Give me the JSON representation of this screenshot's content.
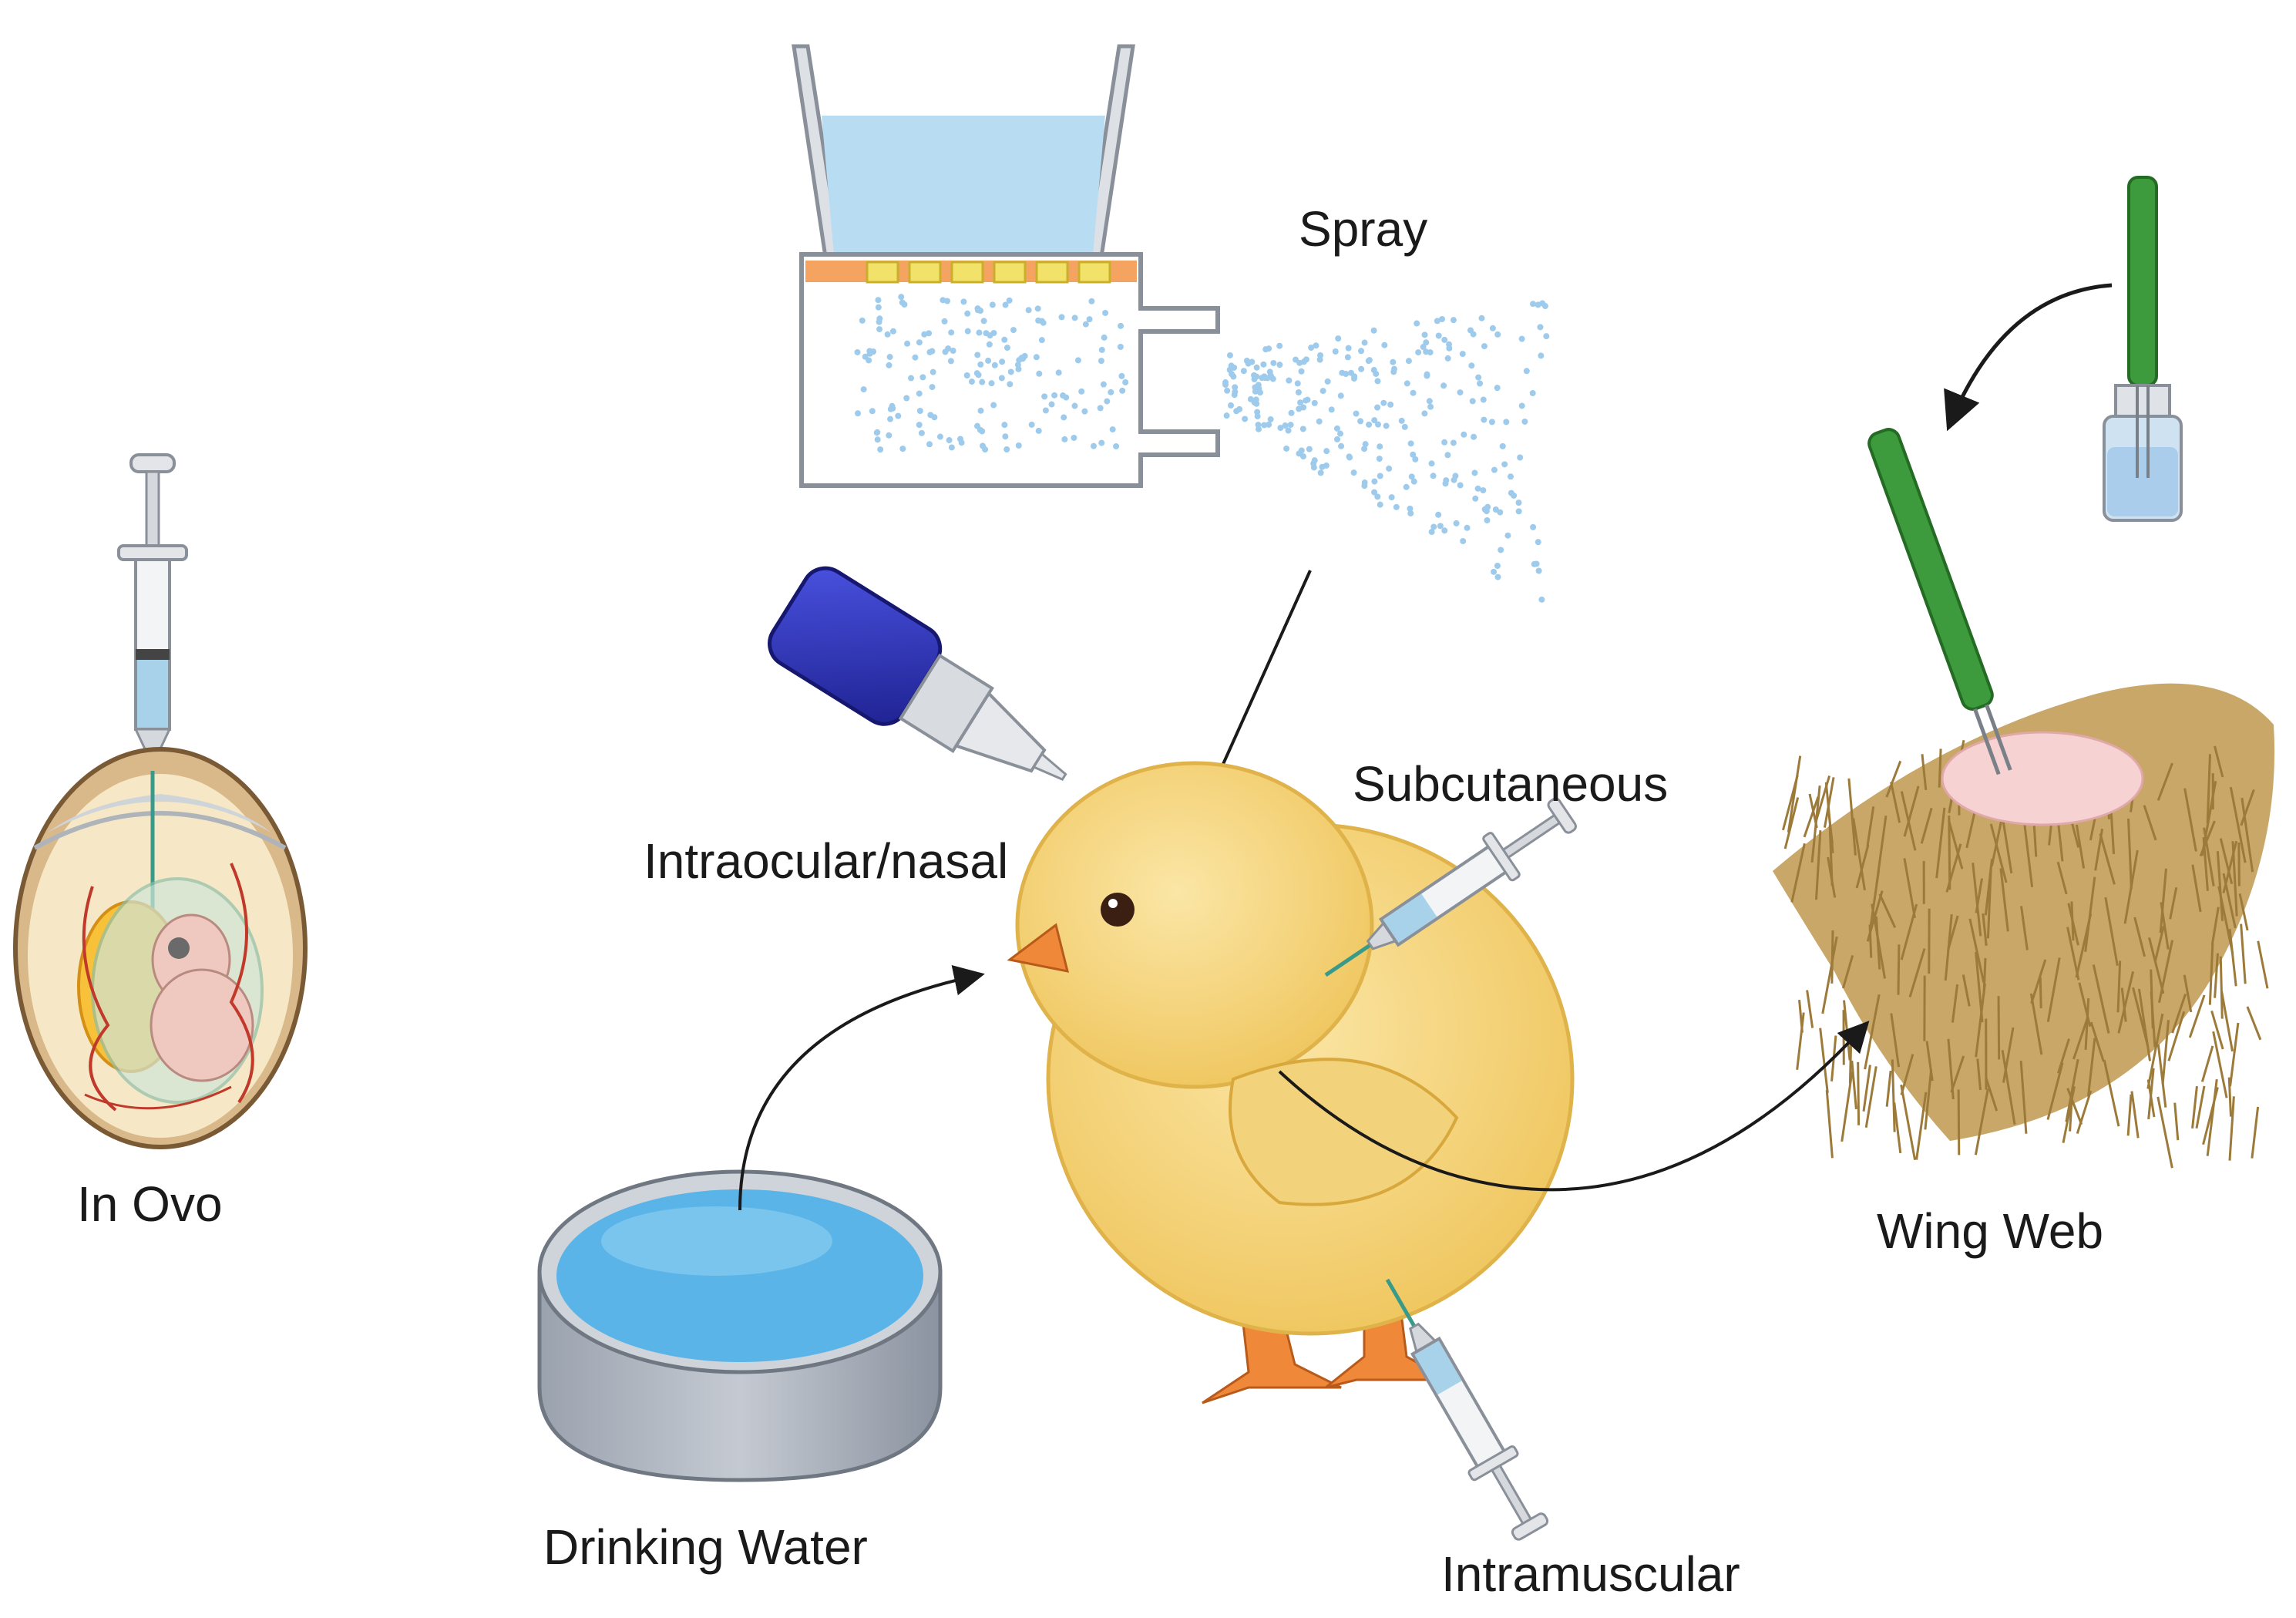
{
  "labels": {
    "in_ovo": "In Ovo",
    "spray": "Spray",
    "intraocular_nasal": "Intraocular/nasal",
    "subcutaneous": "Subcutaneous",
    "drinking_water": "Drinking Water",
    "intramuscular": "Intramuscular",
    "wing_web": "Wing Web"
  },
  "colors": {
    "water": "#5ab4e8",
    "chick": "#f7d98a",
    "beak": "#f0883a",
    "applicator": "#3d9a3d",
    "bottle": "#2a2fb0",
    "feather": "#b79552",
    "shell": "#d9b98a"
  },
  "icons": [
    "syringe-icon",
    "egg-embryo-icon",
    "sprayer-icon",
    "dropper-bottle-icon",
    "water-bowl-icon",
    "chick-icon",
    "wing-web-applicator-icon",
    "vaccine-vial-icon",
    "wing-feathers-icon"
  ]
}
